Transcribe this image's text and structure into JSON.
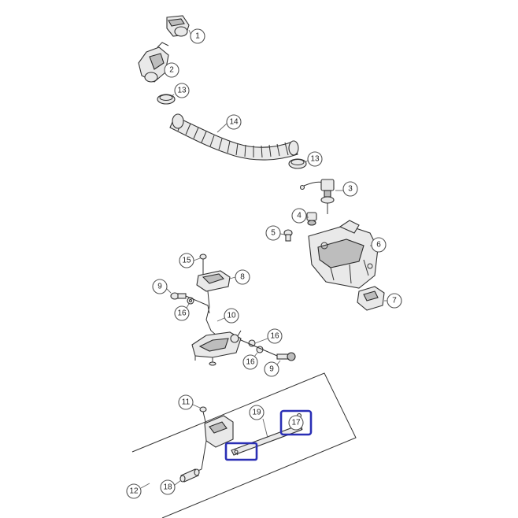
{
  "diagram": {
    "callouts": [
      {
        "id": "c1",
        "label": "1"
      },
      {
        "id": "c2",
        "label": "2"
      },
      {
        "id": "c13a",
        "label": "13"
      },
      {
        "id": "c14",
        "label": "14"
      },
      {
        "id": "c13b",
        "label": "13"
      },
      {
        "id": "c3",
        "label": "3"
      },
      {
        "id": "c4",
        "label": "4"
      },
      {
        "id": "c5",
        "label": "5"
      },
      {
        "id": "c6",
        "label": "6"
      },
      {
        "id": "c7",
        "label": "7"
      },
      {
        "id": "c15",
        "label": "15"
      },
      {
        "id": "c8",
        "label": "8"
      },
      {
        "id": "c9a",
        "label": "9"
      },
      {
        "id": "c16a",
        "label": "16"
      },
      {
        "id": "c10",
        "label": "10"
      },
      {
        "id": "c16b",
        "label": "16"
      },
      {
        "id": "c16c",
        "label": "16"
      },
      {
        "id": "c9b",
        "label": "9"
      },
      {
        "id": "c11",
        "label": "11"
      },
      {
        "id": "c19",
        "label": "19"
      },
      {
        "id": "c17",
        "label": "17"
      },
      {
        "id": "c12",
        "label": "12"
      },
      {
        "id": "c18",
        "label": "18"
      }
    ],
    "highlight_color": "#2a2fb5"
  }
}
